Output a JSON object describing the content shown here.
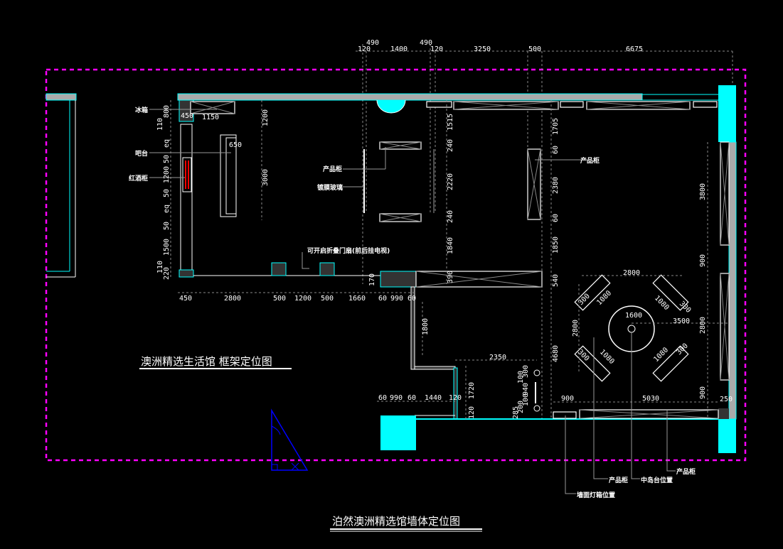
{
  "colors": {
    "background": "#000000",
    "border": "#ff00ff",
    "wall": "#aaaaaa",
    "accent": "#00ffff",
    "triangle": "#0000ff"
  },
  "titles": {
    "frame_plan": "澳洲精选生活馆  框架定位图",
    "main_title": "泊然澳洲精选馆墙体定位图"
  },
  "labels": {
    "fridge": "冰箱",
    "bar": "吧台",
    "wine_cabinet": "红酒柜",
    "product_cabinet_1": "产品柜",
    "coated_glass": "镀膜玻璃",
    "folding_door": "可开启折叠门扇(前后挂电视)",
    "product_cabinet_2": "产品柜",
    "product_cabinet_3": "产品柜",
    "island_position": "中岛台位置",
    "product_cabinet_4": "产品柜",
    "lightbox_position": "墙面灯箱位置"
  },
  "dims": {
    "top": [
      "120",
      "490",
      "1400",
      "490",
      "120",
      "3250",
      "500",
      "6675"
    ],
    "left": [
      "800",
      "110",
      "eq",
      "50",
      "1200",
      "50",
      "eq",
      "50",
      "1500",
      "110",
      "220"
    ],
    "upper_bottom": [
      "450",
      "2800",
      "500",
      "1200",
      "500",
      "1660",
      "60",
      "990",
      "60"
    ],
    "misc": [
      "450",
      "1150",
      "650",
      "1200",
      "3000",
      "1515",
      "240",
      "2220",
      "240",
      "1840",
      "390",
      "1705",
      "60",
      "2380",
      "60",
      "1850",
      "540",
      "170",
      "1800",
      "2350",
      "1720",
      "120",
      "4680",
      "2800",
      "2800",
      "1600",
      "3500",
      "3800",
      "900",
      "2800",
      "900",
      "900",
      "5030",
      "250"
    ],
    "lower": [
      "60",
      "990",
      "60",
      "1440",
      "120"
    ],
    "island": [
      "300",
      "1080",
      "300",
      "1080",
      "300",
      "1080",
      "300",
      "1080"
    ],
    "tv_wall": [
      "100",
      "300",
      "940",
      "100",
      "200",
      "285"
    ]
  }
}
